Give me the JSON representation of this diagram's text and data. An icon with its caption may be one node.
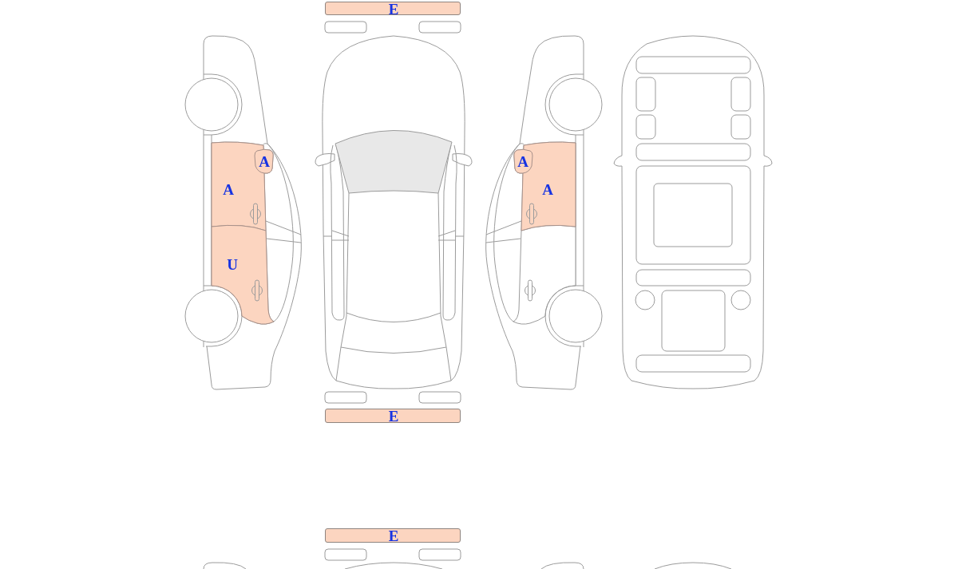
{
  "diagram": {
    "nodes": [
      {
        "text": [
          "E"
        ]
      },
      {
        "text": [
          "A"
        ]
      },
      {
        "text": [
          "A"
        ]
      },
      {
        "text": [
          "A"
        ]
      },
      {
        "text": [
          "A"
        ]
      },
      {
        "text": [
          "U"
        ]
      },
      {
        "text": [
          "E"
        ]
      },
      {
        "text": [
          "E"
        ]
      }
    ]
  }
}
